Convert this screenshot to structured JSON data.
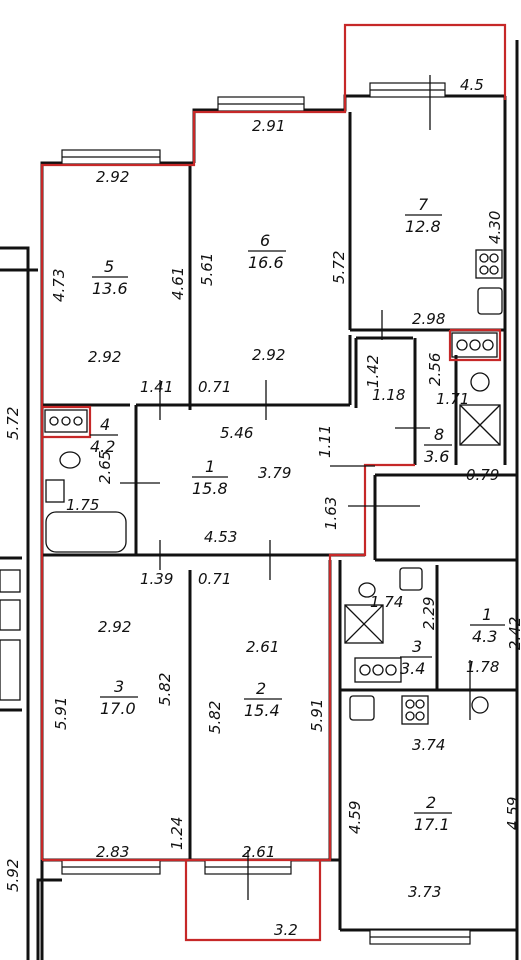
{
  "colors": {
    "boundary": "#c62828",
    "walls": "#111111"
  },
  "rooms": [
    {
      "id": "r5",
      "number": "5",
      "area": "13.6"
    },
    {
      "id": "r6",
      "number": "6",
      "area": "16.6"
    },
    {
      "id": "r7",
      "number": "7",
      "area": "12.8"
    },
    {
      "id": "r1",
      "number": "1",
      "area": "15.8"
    },
    {
      "id": "r4",
      "number": "4",
      "area": "4.2"
    },
    {
      "id": "r8",
      "number": "8",
      "area": "3.6"
    },
    {
      "id": "r3",
      "number": "3",
      "area": "17.0"
    },
    {
      "id": "r2",
      "number": "2",
      "area": "15.4"
    },
    {
      "id": "n1",
      "number": "1",
      "area": "4.3"
    },
    {
      "id": "n3",
      "number": "3",
      "area": "3.4"
    },
    {
      "id": "n2",
      "number": "2",
      "area": "17.1"
    }
  ],
  "dimensions": [
    "4.5",
    "2.91",
    "2.92",
    "4.73",
    "4.61",
    "5.61",
    "5.72",
    "4.30",
    "2.98",
    "2.92",
    "2.92",
    "1.41",
    "0.71",
    "1.42",
    "1.18",
    "2.56",
    "1.71",
    "5.46",
    "1.11",
    "3.79",
    "2.65",
    "1.75",
    "0.79",
    "1.63",
    "4.53",
    "1.39",
    "0.71",
    "1.74",
    "2.29",
    "2.42",
    "2.92",
    "2.61",
    "1.78",
    "5.82",
    "5.91",
    "5.82",
    "5.91",
    "3.74",
    "4.59",
    "4.59",
    "1.24",
    "2.83",
    "2.61",
    "3.73",
    "3.2",
    "5.72",
    "5.92"
  ]
}
